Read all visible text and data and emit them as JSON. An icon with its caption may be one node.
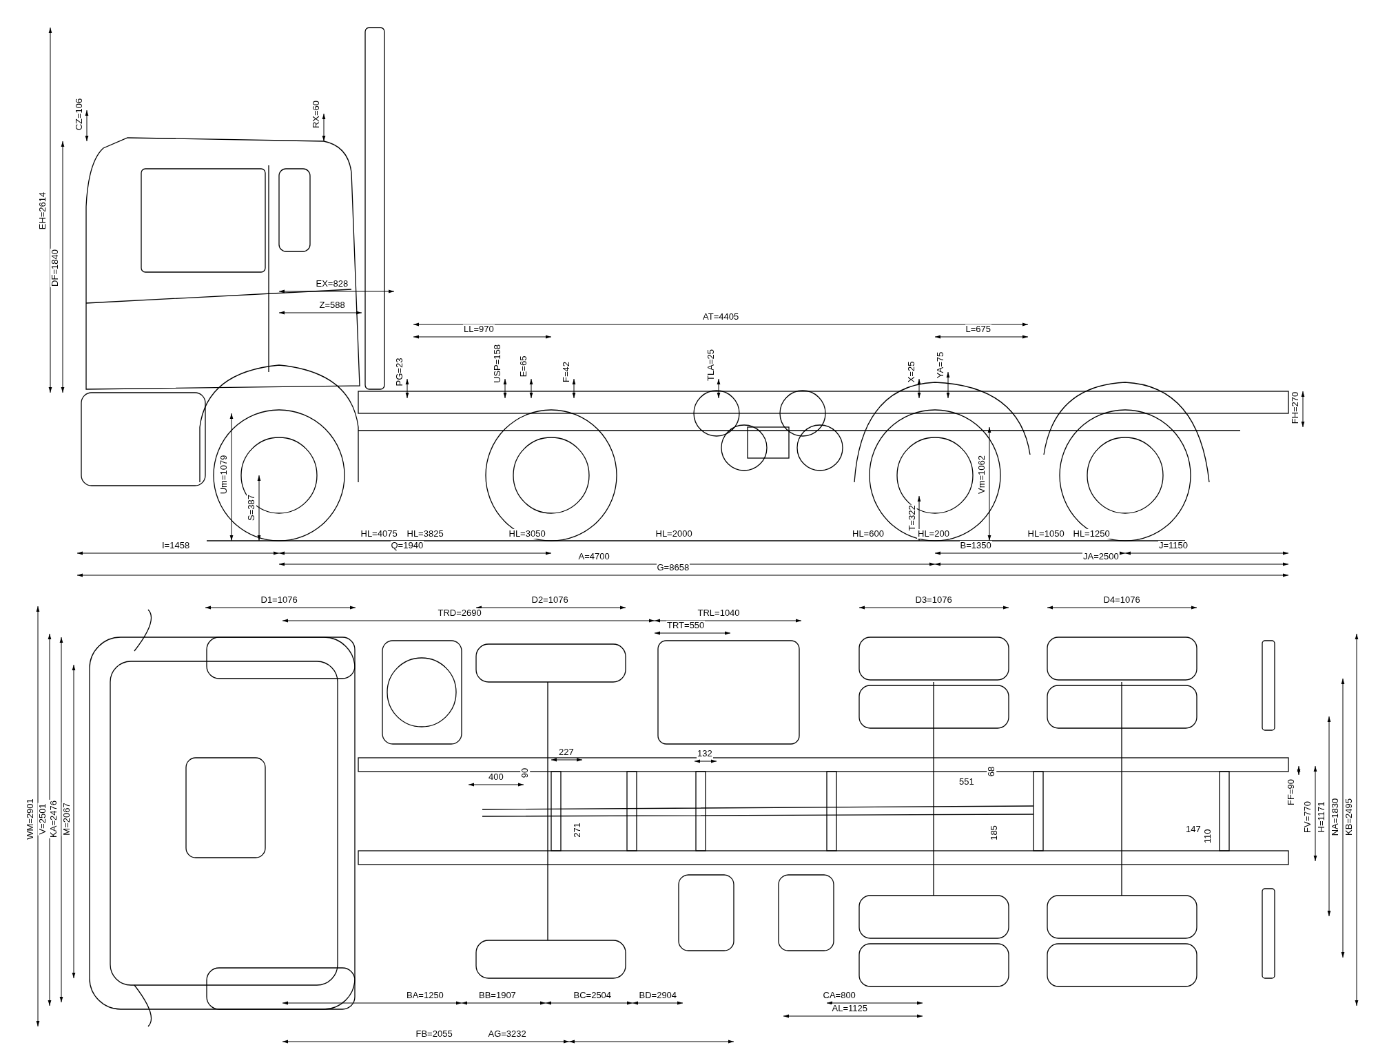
{
  "diagram": {
    "labels": [
      "CZ=106",
      "RX=60",
      "EH=2614",
      "DF=1840",
      "EX=828",
      "Z=588",
      "AT=4405",
      "LL=970",
      "L=675",
      "PG=23",
      "USP=158",
      "E=65",
      "F=42",
      "TLA=25",
      "X=25",
      "YA=75",
      "FH=270",
      "Um=1079",
      "Vm=1062",
      "S=387",
      "T=322",
      "HL=4075",
      "HL=3825",
      "HL=3050",
      "HL=2000",
      "HL=600",
      "HL=200",
      "HL=1050",
      "HL=1250",
      "I=1458",
      "Q=1940",
      "B=1350",
      "J=1150",
      "A=4700",
      "JA=2500",
      "G=8658",
      "D1=1076",
      "D2=1076",
      "D3=1076",
      "D4=1076",
      "TRD=2690",
      "TRL=1040",
      "TRT=550",
      "WM=2901",
      "V=2501",
      "KA=2476",
      "M=2067",
      "227",
      "132",
      "400",
      "90",
      "551",
      "68",
      "FF=90",
      "FV=770",
      "H=1171",
      "NA=1830",
      "KB=2495",
      "147",
      "271",
      "185",
      "110",
      "BA=1250",
      "BB=1907",
      "BC=2504",
      "BD=2904",
      "CA=800",
      "AL=1125",
      "FB=2055",
      "AG=3232"
    ]
  }
}
